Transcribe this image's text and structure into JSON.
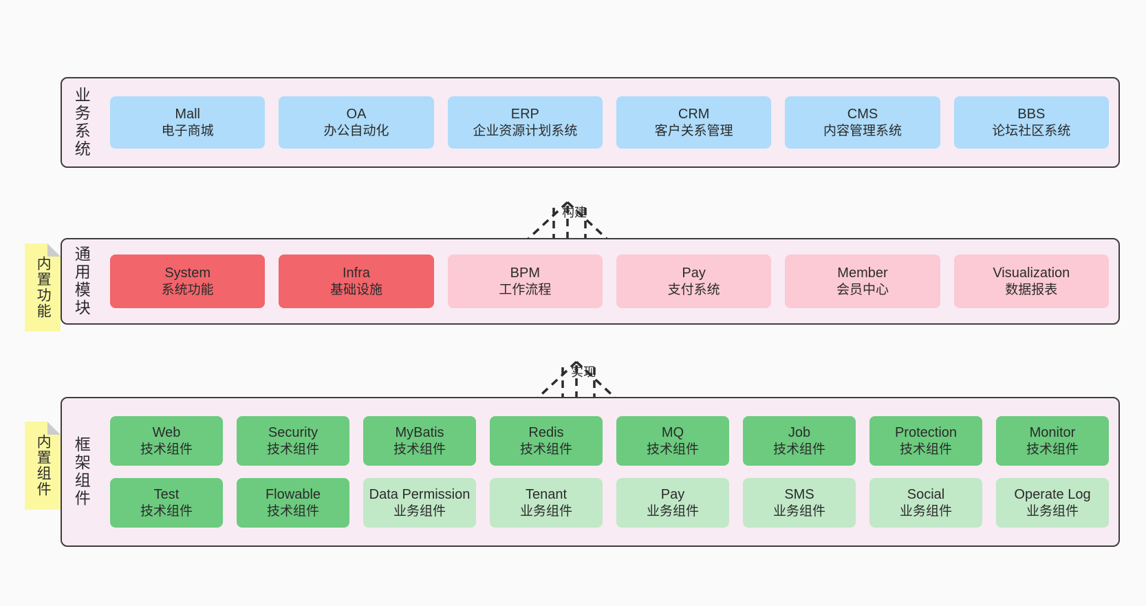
{
  "diagram": {
    "title": "",
    "background": "#fafafa",
    "palette": {
      "container_bg": "#f8ebf4",
      "container_border": "#3d3d3d",
      "blue": "#aedcfa",
      "red": "#f2656b",
      "pink": "#fccad4",
      "green": "#6ccb7e",
      "light_green": "#c1e8c7",
      "note_yellow": "#fbf8a0",
      "note_fold": "#cccccc"
    }
  },
  "sections": [
    {
      "id": "business-systems",
      "label": "业务系统",
      "rows": [
        {
          "boxes": [
            {
              "en": "Mall",
              "cn": "电子商城",
              "color": "c-blue"
            },
            {
              "en": "OA",
              "cn": "办公自动化",
              "color": "c-blue"
            },
            {
              "en": "ERP",
              "cn": "企业资源计划系统",
              "color": "c-blue"
            },
            {
              "en": "CRM",
              "cn": "客户关系管理",
              "color": "c-blue"
            },
            {
              "en": "CMS",
              "cn": "内容管理系统",
              "color": "c-blue"
            },
            {
              "en": "BBS",
              "cn": "论坛社区系统",
              "color": "c-blue"
            }
          ]
        }
      ]
    },
    {
      "id": "common-modules",
      "label": "通用模块",
      "note": "内置功能",
      "rows": [
        {
          "boxes": [
            {
              "en": "System",
              "cn": "系统功能",
              "color": "c-red"
            },
            {
              "en": "Infra",
              "cn": "基础设施",
              "color": "c-red"
            },
            {
              "en": "BPM",
              "cn": "工作流程",
              "color": "c-pink"
            },
            {
              "en": "Pay",
              "cn": "支付系统",
              "color": "c-pink"
            },
            {
              "en": "Member",
              "cn": "会员中心",
              "color": "c-pink"
            },
            {
              "en": "Visualization",
              "cn": "数据报表",
              "color": "c-pink"
            }
          ]
        }
      ]
    },
    {
      "id": "framework-components",
      "label": "框架组件",
      "note": "内置组件",
      "rows": [
        {
          "boxes": [
            {
              "en": "Web",
              "cn": "技术组件",
              "color": "c-green"
            },
            {
              "en": "Security",
              "cn": "技术组件",
              "color": "c-green"
            },
            {
              "en": "MyBatis",
              "cn": "技术组件",
              "color": "c-green"
            },
            {
              "en": "Redis",
              "cn": "技术组件",
              "color": "c-green"
            },
            {
              "en": "MQ",
              "cn": "技术组件",
              "color": "c-green"
            },
            {
              "en": "Job",
              "cn": "技术组件",
              "color": "c-green"
            },
            {
              "en": "Protection",
              "cn": "技术组件",
              "color": "c-green"
            },
            {
              "en": "Monitor",
              "cn": "技术组件",
              "color": "c-green"
            }
          ]
        },
        {
          "boxes": [
            {
              "en": "Test",
              "cn": "技术组件",
              "color": "c-green"
            },
            {
              "en": "Flowable",
              "cn": "技术组件",
              "color": "c-green"
            },
            {
              "en": "Data Permission",
              "cn": "业务组件",
              "color": "c-lightgreen"
            },
            {
              "en": "Tenant",
              "cn": "业务组件",
              "color": "c-lightgreen"
            },
            {
              "en": "Pay",
              "cn": "业务组件",
              "color": "c-lightgreen"
            },
            {
              "en": "SMS",
              "cn": "业务组件",
              "color": "c-lightgreen"
            },
            {
              "en": "Social",
              "cn": "业务组件",
              "color": "c-lightgreen"
            },
            {
              "en": "Operate Log",
              "cn": "业务组件",
              "color": "c-lightgreen"
            }
          ]
        }
      ]
    }
  ],
  "connectors": [
    {
      "id": "build",
      "label": "构建",
      "style": "dashed-generalization",
      "direction": "up"
    },
    {
      "id": "implement",
      "label": "实现",
      "style": "dashed-generalization",
      "direction": "up"
    }
  ]
}
